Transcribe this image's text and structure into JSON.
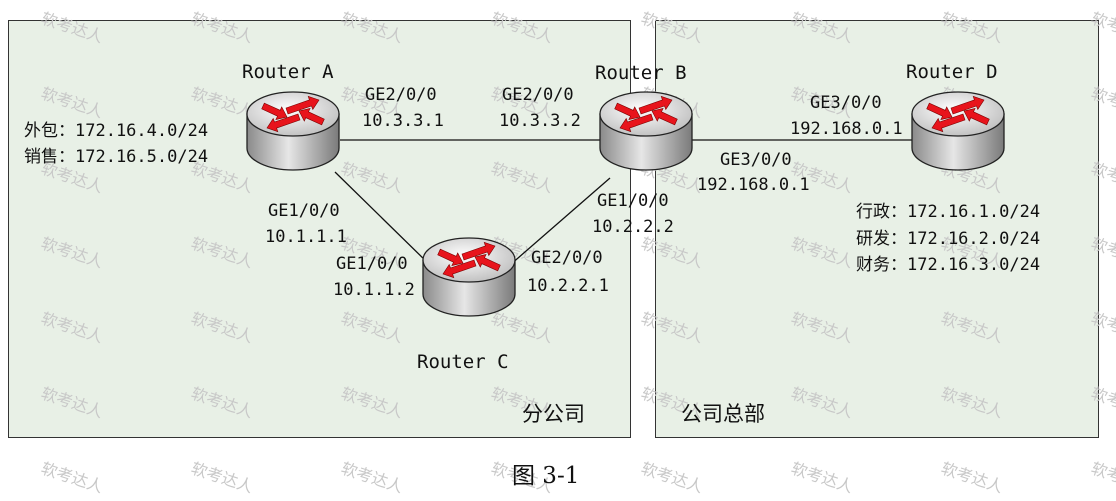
{
  "zones": {
    "branch": "分公司",
    "headquarters": "公司总部"
  },
  "routers": {
    "a": "Router A",
    "b": "Router B",
    "c": "Router C",
    "d": "Router D"
  },
  "interfaces": {
    "a_ge2": {
      "port": "GE2/0/0",
      "ip": "10.3.3.1"
    },
    "b_ge2": {
      "port": "GE2/0/0",
      "ip": "10.3.3.2"
    },
    "a_ge1": {
      "port": "GE1/0/0",
      "ip": "10.1.1.1"
    },
    "c_ge1": {
      "port": "GE1/0/0",
      "ip": "10.1.1.2"
    },
    "c_ge2": {
      "port": "GE2/0/0",
      "ip": "10.2.2.1"
    },
    "b_ge1": {
      "port": "GE1/0/0",
      "ip": "10.2.2.2"
    },
    "b_ge3": {
      "port": "GE3/0/0",
      "ip": "192.168.0.1"
    },
    "d_ge3": {
      "port": "GE3/0/0",
      "ip": "192.168.0.1"
    }
  },
  "subnets": {
    "router_a": [
      "外包：172.16.4.0/24",
      "销售：172.16.5.0/24"
    ],
    "router_d": [
      "行政：172.16.1.0/24",
      "研发：172.16.2.0/24",
      "财务：172.16.3.0/24"
    ]
  },
  "caption": "图 3-1",
  "watermark": "软考达人",
  "colors": {
    "zone_fill": "#e8f0e6",
    "router_arrow": "#e8141c",
    "watermark": "#c8c8c8"
  }
}
